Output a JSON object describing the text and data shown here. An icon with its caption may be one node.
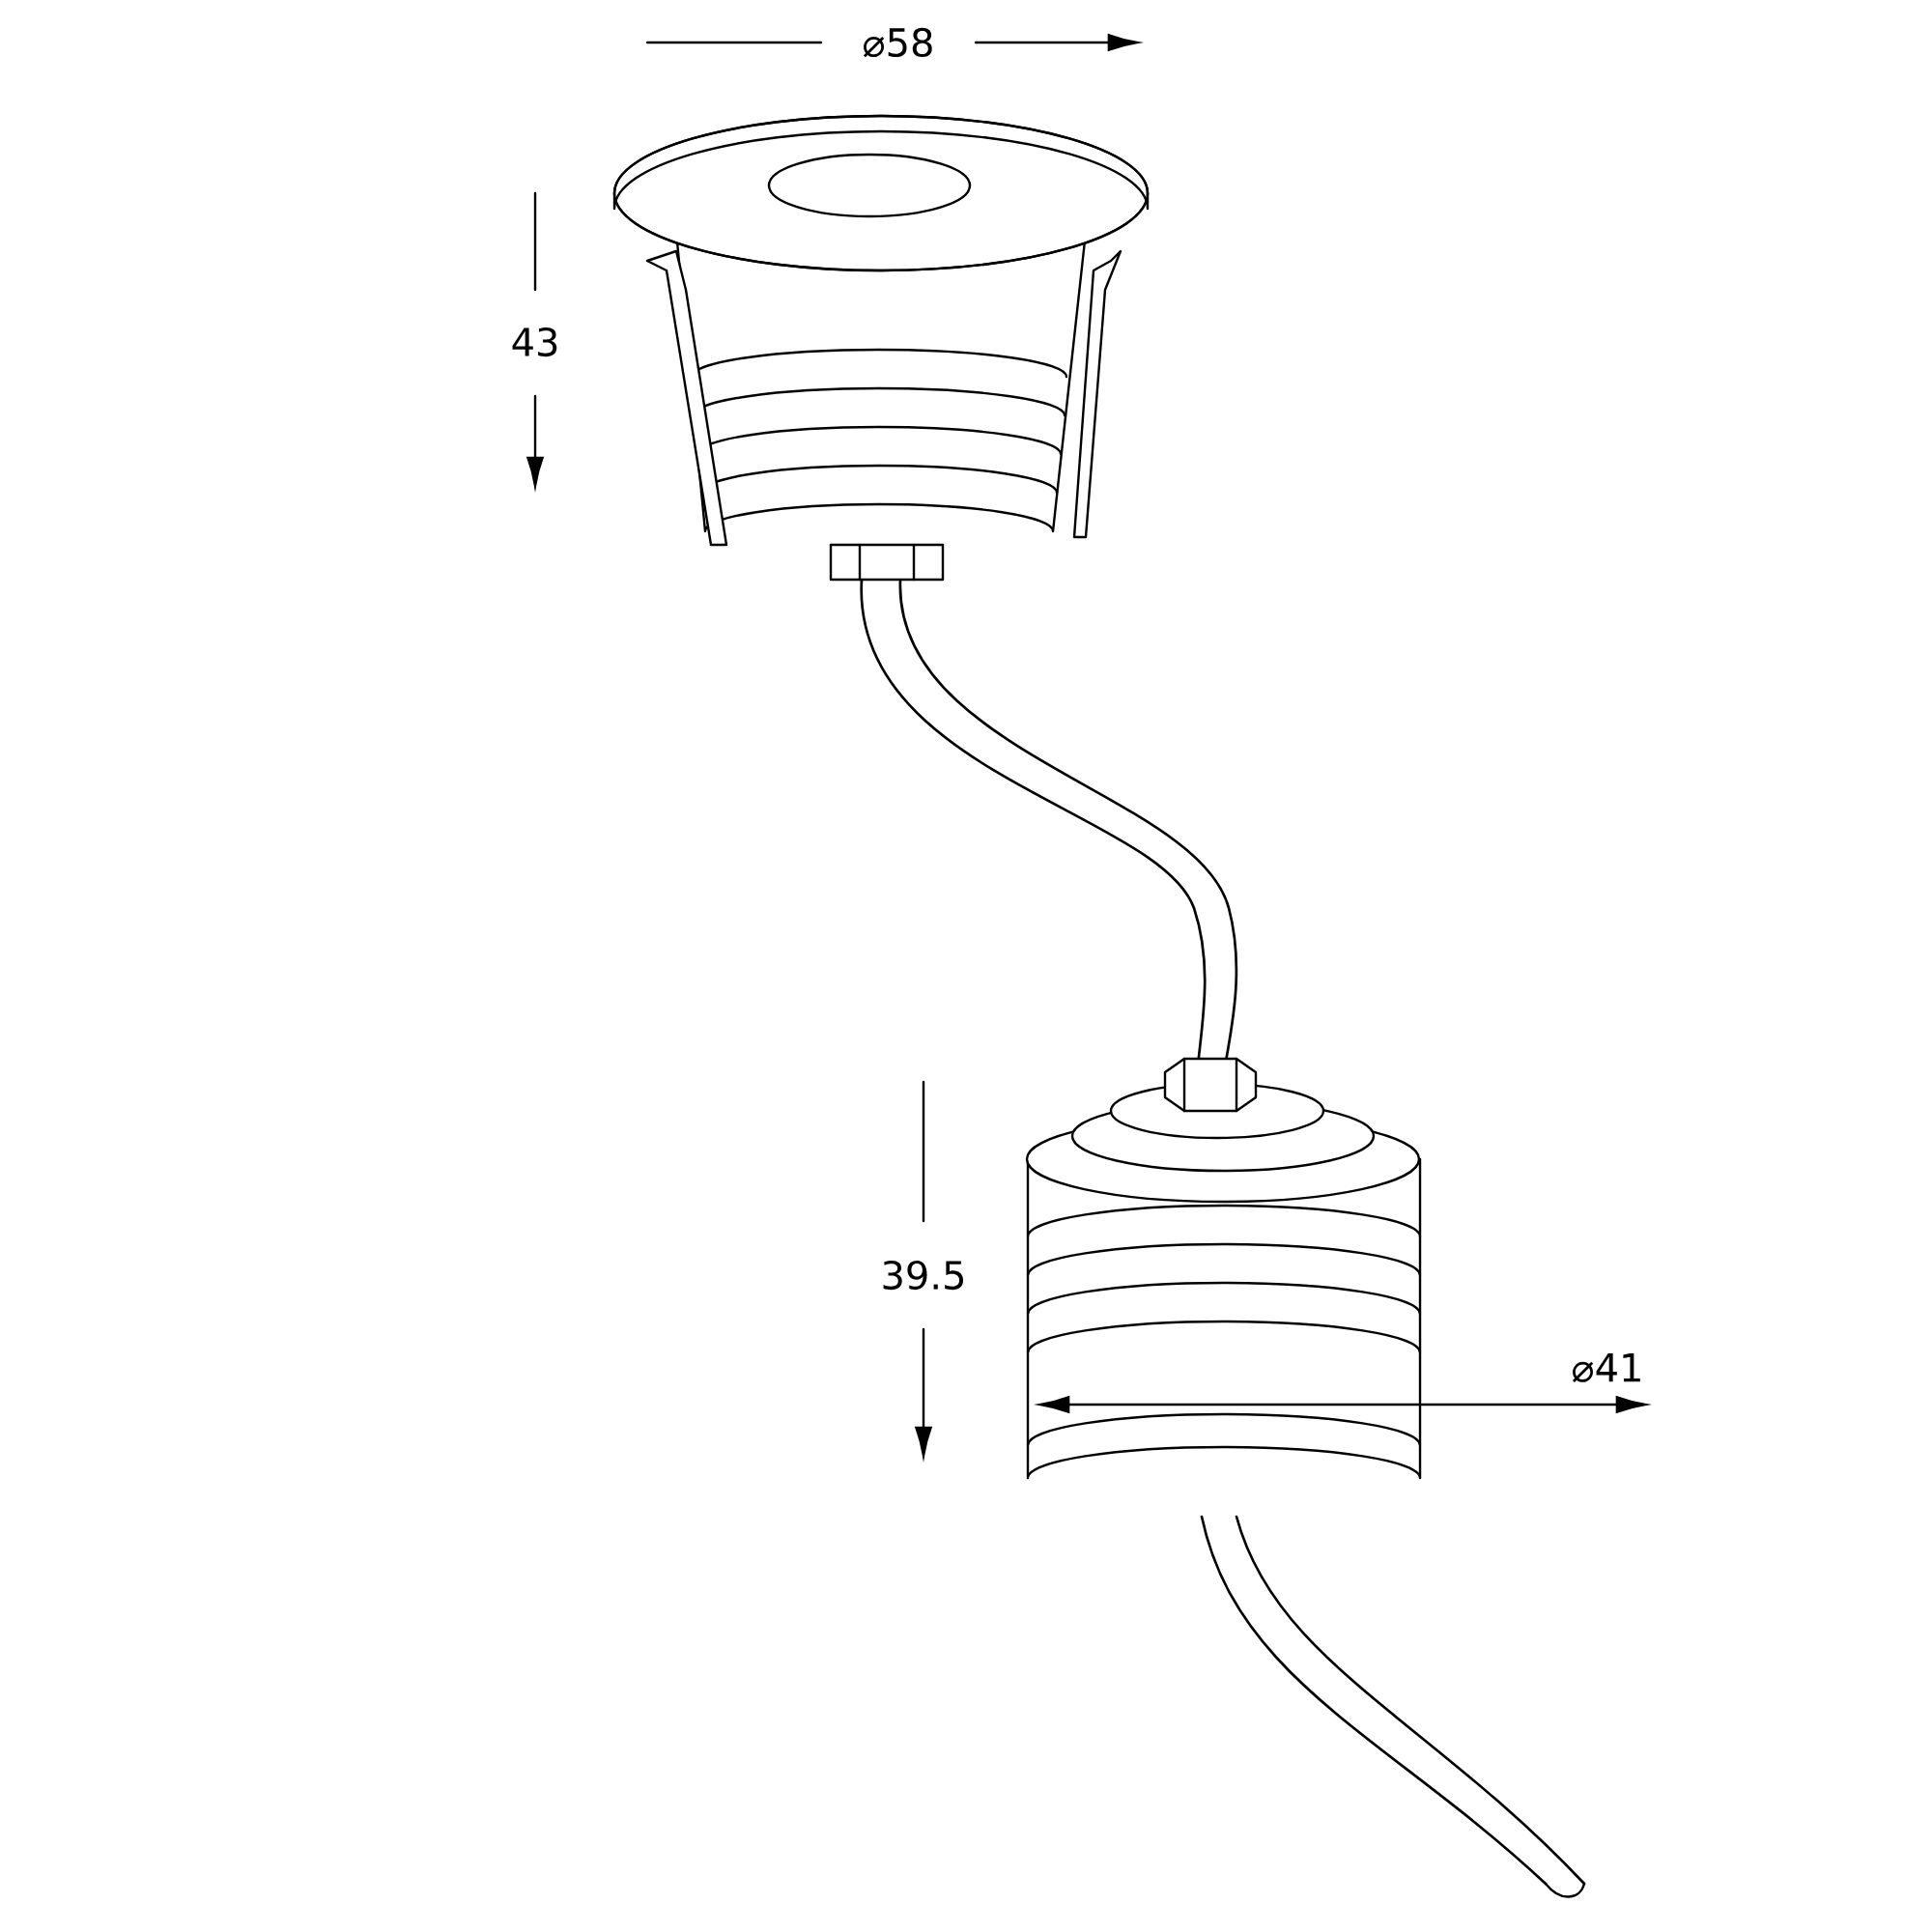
{
  "diagram": {
    "labels": [
      "⌀58",
      "43",
      "39.5",
      "⌀41"
    ]
  }
}
